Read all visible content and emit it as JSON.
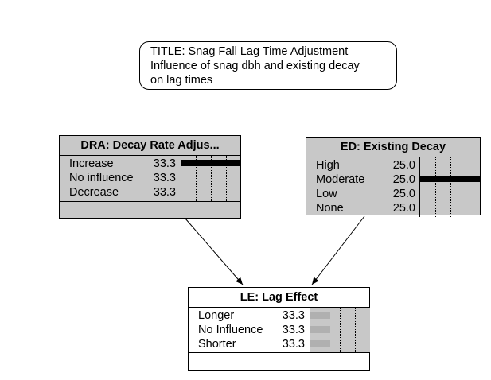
{
  "note": {
    "lines": [
      "TITLE: Snag Fall Lag Time Adjustment",
      "Influence of snag dbh and existing decay",
      "on lag times"
    ]
  },
  "nodes": {
    "dra": {
      "title": "DRA: Decay Rate Adjus...",
      "states": [
        {
          "label": "Increase",
          "value": "33.3"
        },
        {
          "label": "No influence",
          "value": "33.3"
        },
        {
          "label": "Decrease",
          "value": "33.3"
        }
      ]
    },
    "ed": {
      "title": "ED: Existing Decay",
      "states": [
        {
          "label": "High",
          "value": "25.0"
        },
        {
          "label": "Moderate",
          "value": "25.0"
        },
        {
          "label": "Low",
          "value": "25.0"
        },
        {
          "label": "None",
          "value": "25.0"
        }
      ]
    },
    "le": {
      "title": "LE: Lag Effect",
      "states": [
        {
          "label": "Longer",
          "value": "33.3"
        },
        {
          "label": "No Influence",
          "value": "33.3"
        },
        {
          "label": "Shorter",
          "value": "33.3"
        }
      ]
    }
  },
  "edges": [
    {
      "from": "DRA: Decay Rate Adjus...",
      "to": "LE: Lag Effect"
    },
    {
      "from": "ED: Existing Decay",
      "to": "LE: Lag Effect"
    }
  ]
}
